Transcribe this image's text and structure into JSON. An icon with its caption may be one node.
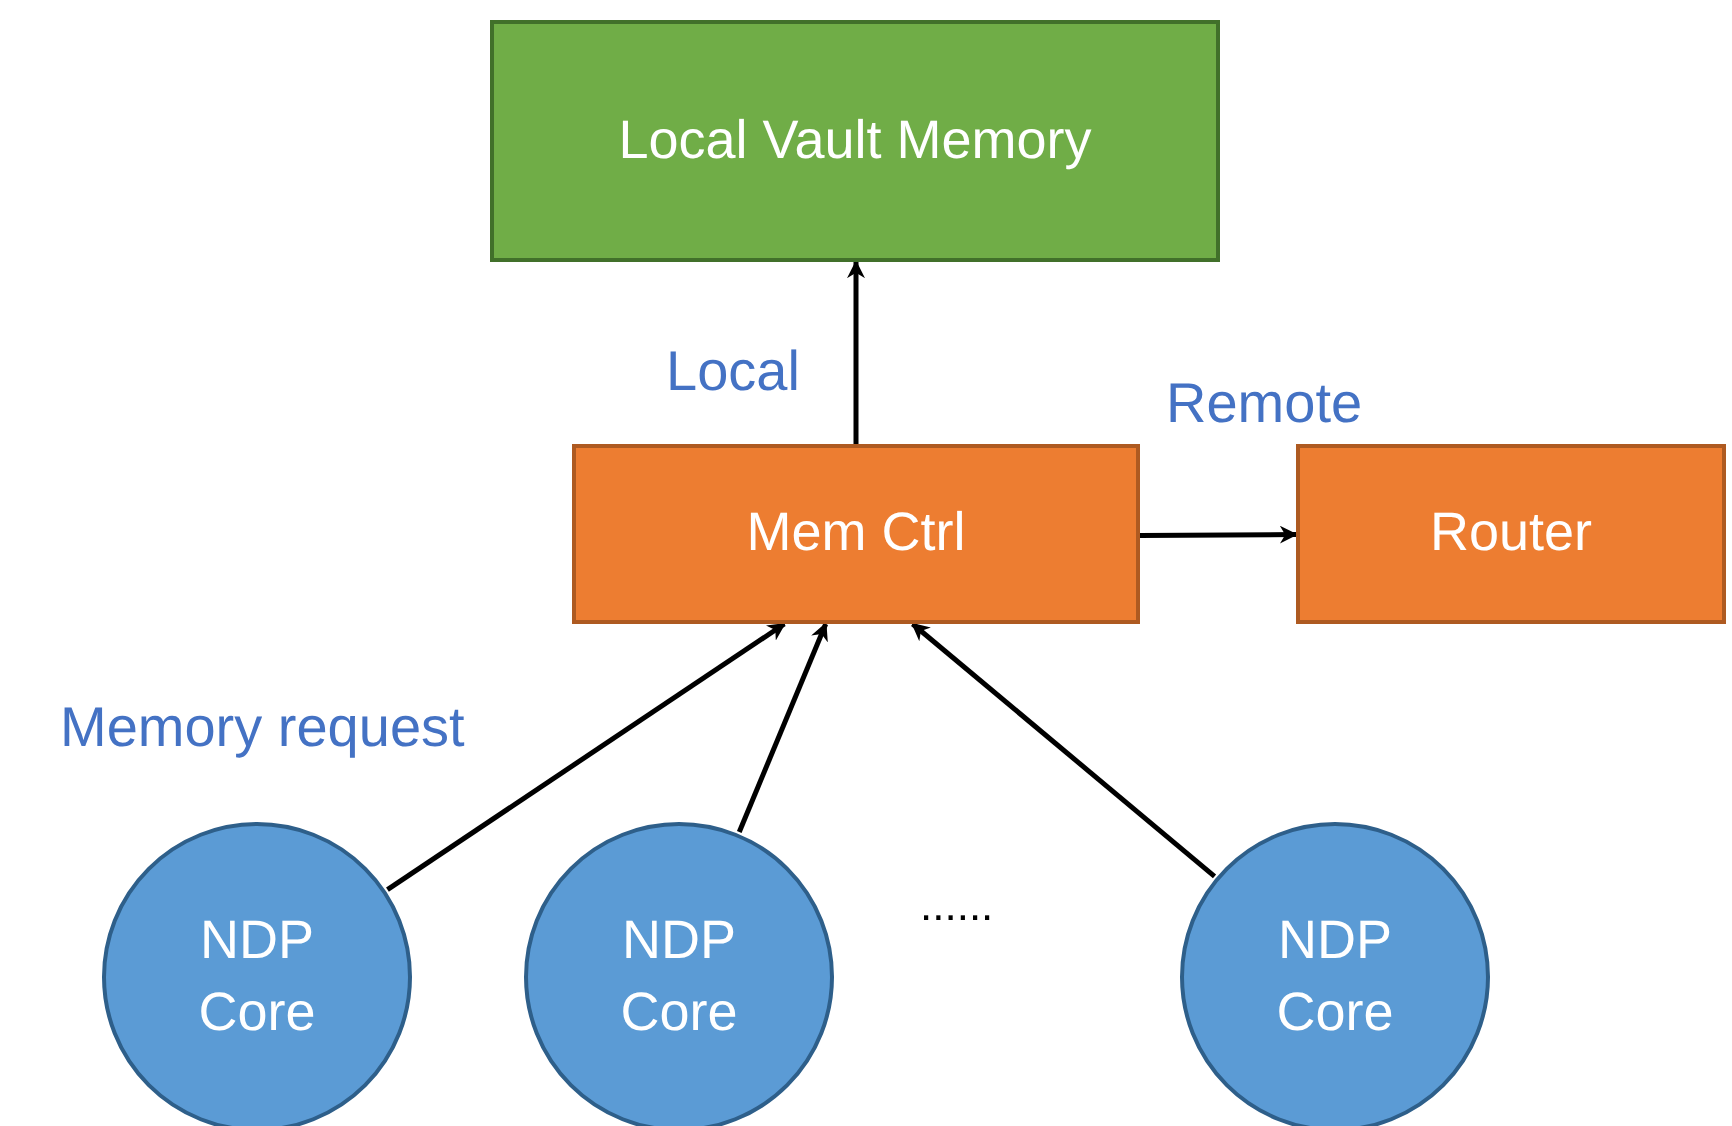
{
  "diagram": {
    "nodes": [
      {
        "text": [
          "Local Vault Memory"
        ]
      },
      {
        "text": [
          "Mem Ctrl"
        ]
      },
      {
        "text": [
          "Router"
        ]
      },
      {
        "text": [
          "NDP Core"
        ]
      },
      {
        "text": [
          "NDP Core"
        ]
      },
      {
        "text": [
          "NDP Core"
        ]
      }
    ],
    "edges": [
      {
        "from": 1,
        "to": 0,
        "arrow": "to",
        "label": "Local"
      },
      {
        "from": 1,
        "to": 2,
        "arrow": "to",
        "label": "Remote"
      },
      {
        "from": 3,
        "to": 1,
        "arrow": "to",
        "label": "Memory request"
      },
      {
        "from": 4,
        "to": 1,
        "arrow": "to"
      },
      {
        "from": 5,
        "to": 1,
        "arrow": "to"
      }
    ],
    "labels": [
      "......"
    ]
  }
}
